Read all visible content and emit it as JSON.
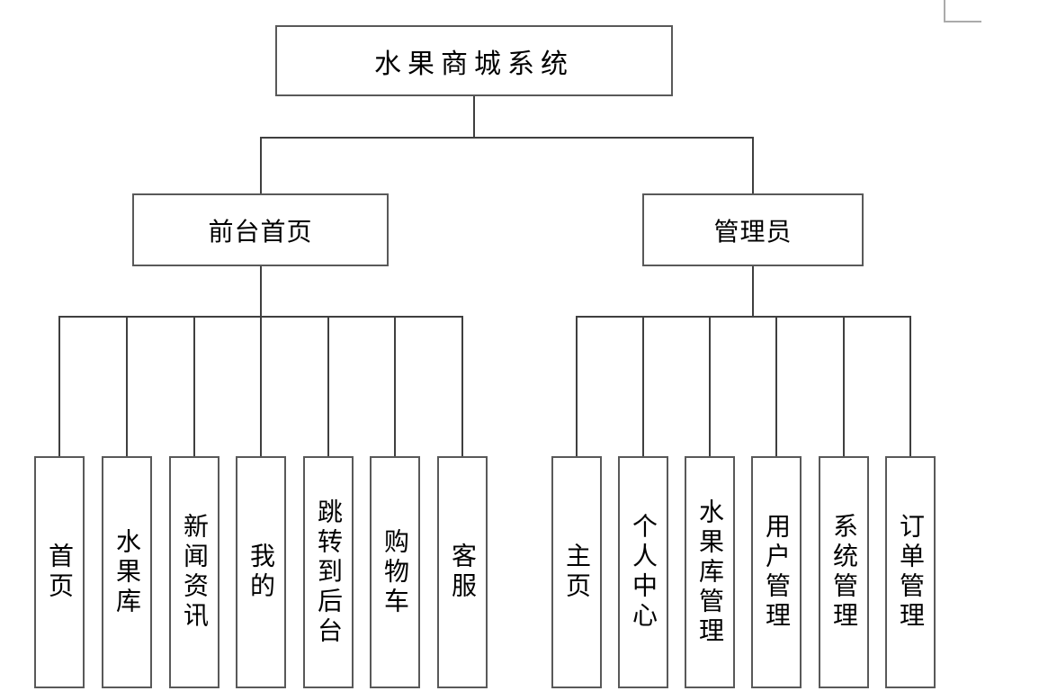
{
  "diagram": {
    "title": "水果商城系统",
    "colors": {
      "background": "#ffffff",
      "box_border": "#595959",
      "connector": "#3f3f3f",
      "text": "#000000",
      "artifact_gray": "#ababab"
    },
    "root": {
      "label": "水果商城系统"
    },
    "branches": [
      {
        "label": "前台首页",
        "children": [
          "首页",
          "水果库",
          "新闻资讯",
          "我的",
          "跳转到后台",
          "购物车",
          "客服"
        ]
      },
      {
        "label": "管理员",
        "children": [
          "主页",
          "个人中心",
          "水果库管理",
          "用户管理",
          "系统管理",
          "订单管理"
        ]
      }
    ]
  }
}
